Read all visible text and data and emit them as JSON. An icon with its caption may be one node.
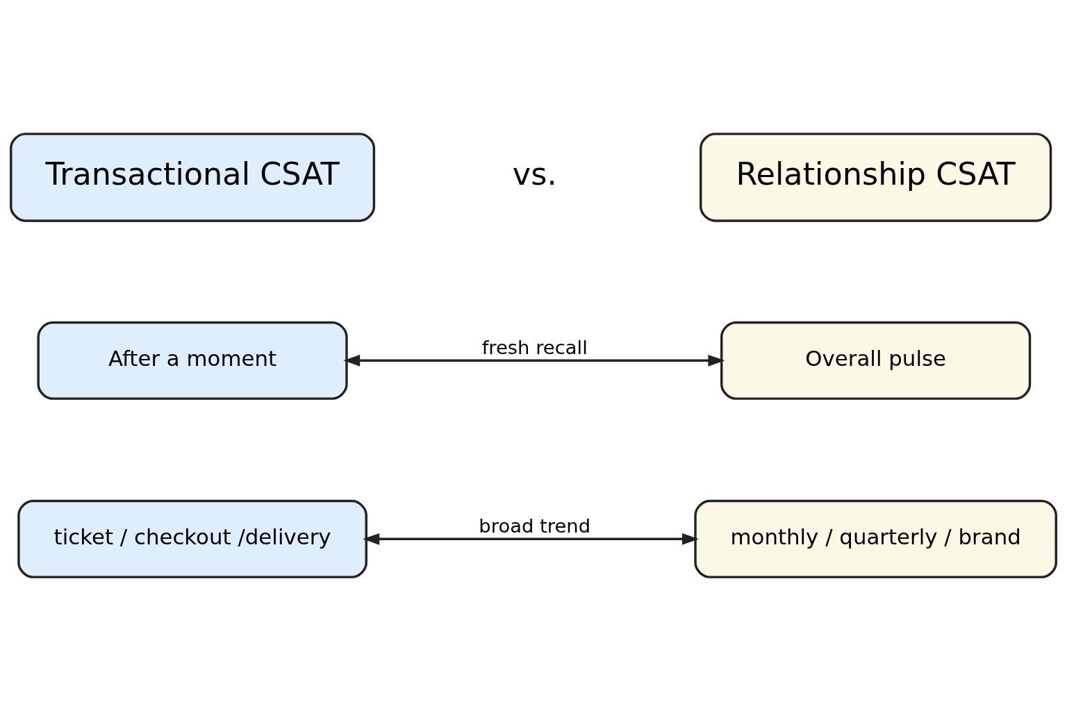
{
  "diagram": {
    "nodes": [
      {
        "text": [
          "Transactional CSAT"
        ]
      },
      {
        "text": [
          "Relationship CSAT"
        ]
      },
      {
        "text": [
          "After a moment"
        ]
      },
      {
        "text": [
          "Overall pulse"
        ]
      },
      {
        "text": [
          "ticket / checkout /delivery"
        ]
      },
      {
        "text": [
          "monthly / quarterly / brand"
        ]
      }
    ],
    "edges": [
      {
        "from": 2,
        "to": 3,
        "arrow": "both",
        "label": "fresh recall"
      },
      {
        "from": 4,
        "to": 5,
        "arrow": "both",
        "label": "broad trend"
      }
    ],
    "labels": [
      "vs."
    ]
  }
}
